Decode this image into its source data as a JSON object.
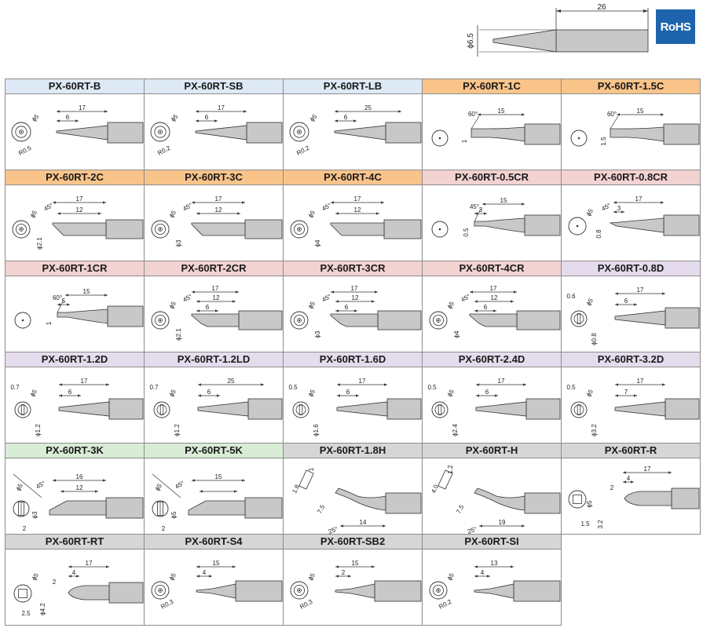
{
  "header": {
    "dimension_length": "26",
    "dimension_diameter": "ϕ6.5",
    "badge": "RoHS",
    "badge_color": "#1d64ad"
  },
  "palette": {
    "blue": "#dde9f5",
    "orange": "#f9c48a",
    "pink": "#f3d2d2",
    "purple": "#e4dced",
    "green": "#d9ecd6",
    "grey": "#d6d6d6",
    "metal": "#c8c8c8",
    "line": "#333333"
  },
  "tips": [
    {
      "name": "PX-60RT-B",
      "color": "blue",
      "kind": "B",
      "dims": {
        "d": "ϕ5",
        "r": "R0.5",
        "len": "17",
        "a": "6"
      }
    },
    {
      "name": "PX-60RT-SB",
      "color": "blue",
      "kind": "B",
      "dims": {
        "d": "ϕ5",
        "r": "R0.2",
        "len": "17",
        "a": "6"
      }
    },
    {
      "name": "PX-60RT-LB",
      "color": "blue",
      "kind": "B",
      "dims": {
        "d": "ϕ5",
        "r": "R0.2",
        "len": "25",
        "a": "6"
      }
    },
    {
      "name": "PX-60RT-1C",
      "color": "orange",
      "kind": "C",
      "dims": {
        "ang": "60°",
        "len": "15",
        "w": "1"
      }
    },
    {
      "name": "PX-60RT-1.5C",
      "color": "orange",
      "kind": "C",
      "dims": {
        "ang": "60°",
        "len": "15",
        "w": "1.5"
      }
    },
    {
      "name": "PX-60RT-2C",
      "color": "orange",
      "kind": "BC",
      "dims": {
        "d": "ϕ5",
        "ang": "45°",
        "len": "17",
        "a": "12",
        "w": "ϕ2.1"
      }
    },
    {
      "name": "PX-60RT-3C",
      "color": "orange",
      "kind": "BC",
      "dims": {
        "d": "ϕ5",
        "ang": "45°",
        "len": "17",
        "a": "12",
        "w": "ϕ3"
      }
    },
    {
      "name": "PX-60RT-4C",
      "color": "orange",
      "kind": "BC",
      "dims": {
        "d": "ϕ5",
        "ang": "45°",
        "len": "17",
        "a": "12",
        "w": "ϕ4"
      }
    },
    {
      "name": "PX-60RT-0.5CR",
      "color": "pink",
      "kind": "CR",
      "dims": {
        "ang": "45°",
        "len": "15",
        "a": "3",
        "w": "0.5"
      }
    },
    {
      "name": "PX-60RT-0.8CR",
      "color": "pink",
      "kind": "CR2",
      "dims": {
        "d": "ϕ5",
        "ang": "45°",
        "len": "17",
        "a": "3",
        "w": "0.8"
      }
    },
    {
      "name": "PX-60RT-1CR",
      "color": "pink",
      "kind": "CR",
      "dims": {
        "ang": "60°",
        "len": "15",
        "a": "5",
        "w": "1"
      }
    },
    {
      "name": "PX-60RT-2CR",
      "color": "pink",
      "kind": "BCR",
      "dims": {
        "d": "ϕ5",
        "ang": "45°",
        "len": "17",
        "a": "12",
        "b": "6",
        "w": "ϕ2.1"
      }
    },
    {
      "name": "PX-60RT-3CR",
      "color": "pink",
      "kind": "BCR",
      "dims": {
        "d": "ϕ5",
        "ang": "45°",
        "len": "17",
        "a": "12",
        "b": "6",
        "w": "ϕ3"
      }
    },
    {
      "name": "PX-60RT-4CR",
      "color": "pink",
      "kind": "BCR",
      "dims": {
        "d": "ϕ5",
        "ang": "45°",
        "len": "17",
        "a": "12",
        "b": "6",
        "w": "ϕ4"
      }
    },
    {
      "name": "PX-60RT-0.8D",
      "color": "purple",
      "kind": "D",
      "dims": {
        "t": "0.6",
        "d": "ϕ5",
        "len": "17",
        "a": "6",
        "w": "ϕ0.8"
      }
    },
    {
      "name": "PX-60RT-1.2D",
      "color": "purple",
      "kind": "D",
      "dims": {
        "t": "0.7",
        "d": "ϕ5",
        "len": "17",
        "a": "6",
        "w": "ϕ1.2"
      }
    },
    {
      "name": "PX-60RT-1.2LD",
      "color": "purple",
      "kind": "D",
      "dims": {
        "t": "0.7",
        "d": "ϕ5",
        "len": "25",
        "a": "6",
        "w": "ϕ1.2"
      }
    },
    {
      "name": "PX-60RT-1.6D",
      "color": "purple",
      "kind": "D",
      "dims": {
        "t": "0.5",
        "d": "ϕ5",
        "len": "17",
        "a": "6",
        "w": "ϕ1.6"
      }
    },
    {
      "name": "PX-60RT-2.4D",
      "color": "purple",
      "kind": "D",
      "dims": {
        "t": "0.5",
        "d": "ϕ5",
        "len": "17",
        "a": "6",
        "w": "ϕ2.4"
      }
    },
    {
      "name": "PX-60RT-3.2D",
      "color": "purple",
      "kind": "D",
      "dims": {
        "t": "0.5",
        "d": "ϕ5",
        "len": "17",
        "a": "7",
        "w": "ϕ3.2"
      }
    },
    {
      "name": "PX-60RT-3K",
      "color": "green",
      "kind": "K",
      "dims": {
        "d": "ϕ5",
        "ang": "45°",
        "len": "16",
        "a": "12",
        "w": "ϕ3",
        "t": "2"
      }
    },
    {
      "name": "PX-60RT-5K",
      "color": "green",
      "kind": "K",
      "dims": {
        "d": "ϕ5",
        "ang": "45°",
        "len": "15",
        "a": "",
        "w": "ϕ5",
        "t": "2"
      }
    },
    {
      "name": "PX-60RT-1.8H",
      "color": "grey",
      "kind": "H",
      "dims": {
        "a": "1",
        "b": "1.8",
        "c": "7.5",
        "ang": "25°",
        "len": "14"
      }
    },
    {
      "name": "PX-60RT-H",
      "color": "grey",
      "kind": "H",
      "dims": {
        "a": "1.2",
        "b": "4.0",
        "c": "7.5",
        "ang": "25°",
        "len": "19"
      }
    },
    {
      "name": "PX-60RT-R",
      "color": "grey",
      "kind": "R",
      "dims": {
        "len": "17",
        "a": "4",
        "b": "2",
        "d": "ϕ5",
        "t": "1.5",
        "w": "3.2"
      }
    },
    {
      "name": "PX-60RT-RT",
      "color": "grey",
      "kind": "RT",
      "dims": {
        "d": "ϕ5",
        "len": "17",
        "a": "4",
        "b": "2",
        "t": "2.5",
        "w": "ϕ4.2"
      }
    },
    {
      "name": "PX-60RT-S4",
      "color": "grey",
      "kind": "S",
      "dims": {
        "d": "ϕ5",
        "r": "R0.3",
        "len": "15",
        "a": "4"
      }
    },
    {
      "name": "PX-60RT-SB2",
      "color": "grey",
      "kind": "S",
      "dims": {
        "d": "ϕ5",
        "r": "R0.3",
        "len": "15",
        "a": "2"
      }
    },
    {
      "name": "PX-60RT-SI",
      "color": "grey",
      "kind": "S",
      "dims": {
        "d": "ϕ5",
        "r": "R0.2",
        "len": "13",
        "a": "4"
      }
    }
  ]
}
